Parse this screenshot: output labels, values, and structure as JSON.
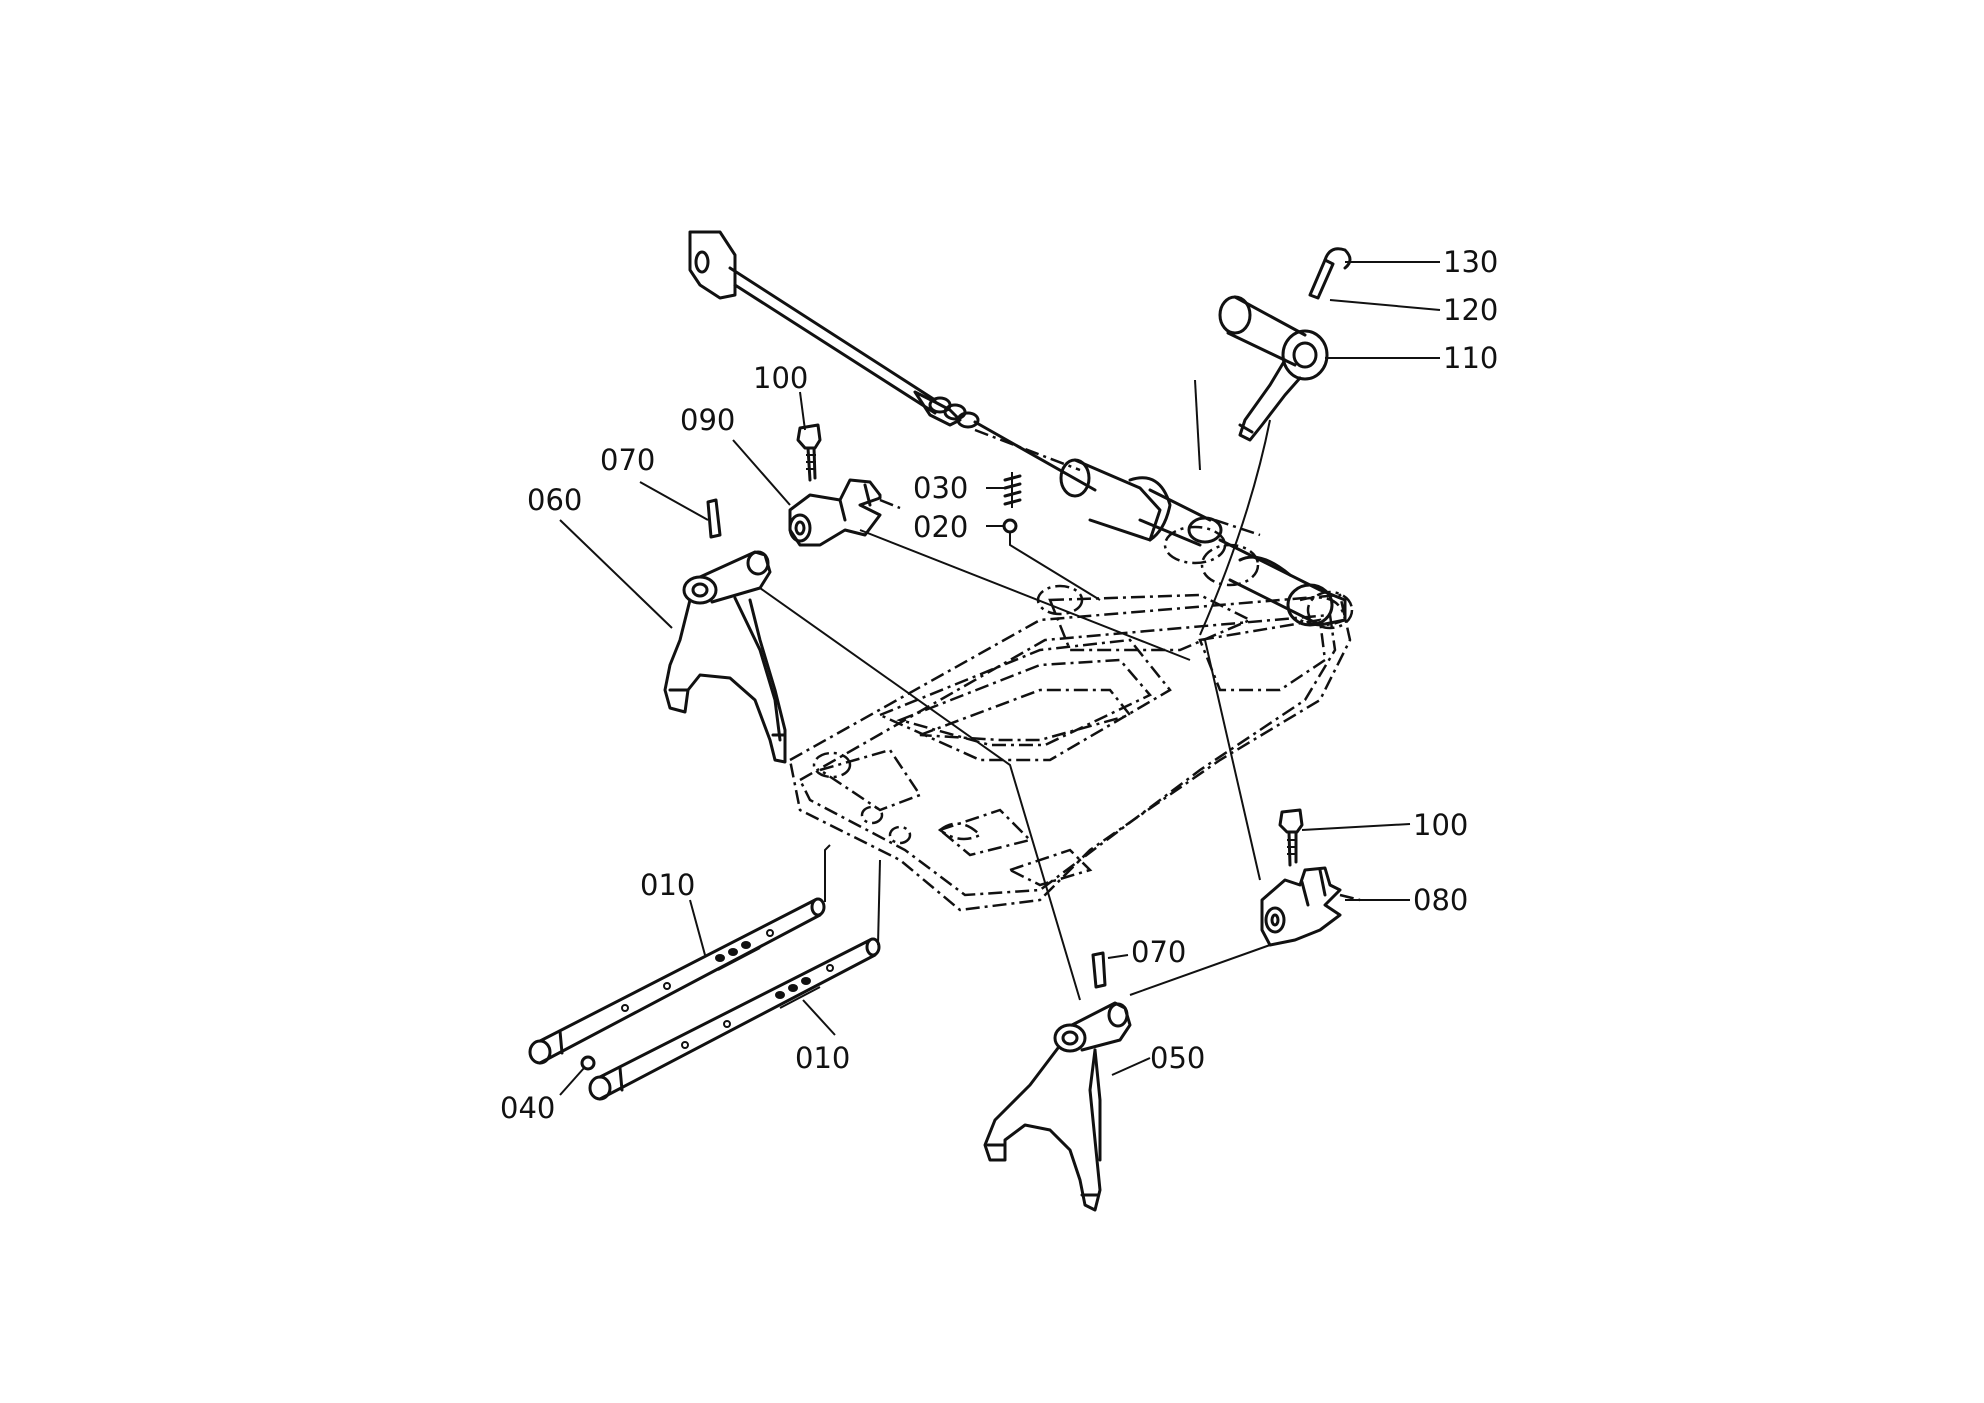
{
  "callouts": {
    "c130": "130",
    "c120": "120",
    "c110": "110",
    "c100a": "100",
    "c090": "090",
    "c070a": "070",
    "c060": "060",
    "c030": "030",
    "c020": "020",
    "c100b": "100",
    "c080": "080",
    "c070b": "070",
    "c050": "050",
    "c010a": "010",
    "c010b": "010",
    "c040": "040"
  },
  "colors": {
    "ink": "#111111",
    "background": "#ffffff"
  }
}
